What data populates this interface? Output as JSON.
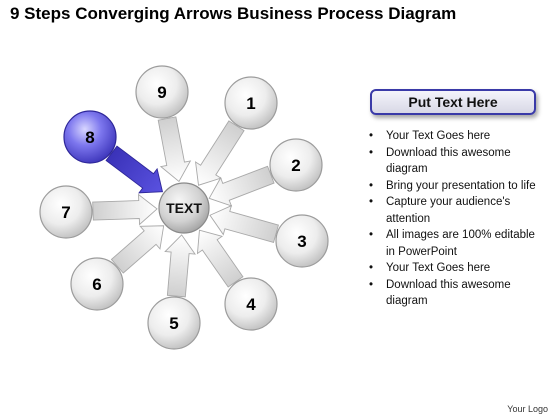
{
  "title": "9 Steps Converging Arrows Business Process Diagram",
  "center_label": "TEXT",
  "nodes": [
    {
      "label": "1",
      "highlighted": false
    },
    {
      "label": "2",
      "highlighted": false
    },
    {
      "label": "3",
      "highlighted": false
    },
    {
      "label": "4",
      "highlighted": false
    },
    {
      "label": "5",
      "highlighted": false
    },
    {
      "label": "6",
      "highlighted": false
    },
    {
      "label": "7",
      "highlighted": false
    },
    {
      "label": "8",
      "highlighted": true
    },
    {
      "label": "9",
      "highlighted": false
    }
  ],
  "panel": {
    "header": "Put Text Here",
    "bullets": [
      "Your Text Goes here",
      "Download this awesome diagram",
      "Bring your presentation to life",
      "Capture your audience's attention",
      "All images are 100% editable in PowerPoint",
      "Your Text Goes here",
      "Download this awesome diagram"
    ]
  },
  "logo": "Your Logo",
  "colors": {
    "highlight": "#5a52e0",
    "node_gray": "#c8c8c8",
    "accent_border": "#3a3aa8"
  }
}
